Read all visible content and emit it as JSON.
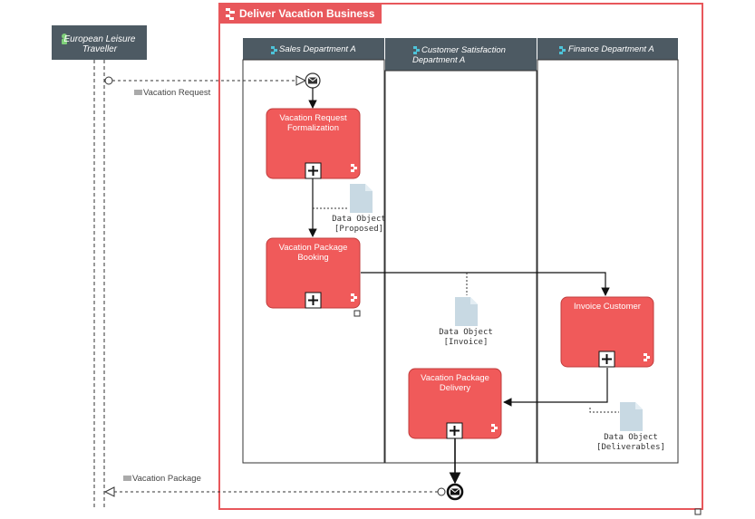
{
  "pool": {
    "title": "Deliver Vacation Business"
  },
  "actor": {
    "name": "European Leisure Traveller"
  },
  "lanes": [
    {
      "name": "Sales Department A"
    },
    {
      "name": "Customer Satisfaction Department A"
    },
    {
      "name": "Finance Department A"
    }
  ],
  "tasks": {
    "formalization": "Vacation Request Formalization",
    "booking": "Vacation Package Booking",
    "invoice": "Invoice Customer",
    "delivery": "Vacation Package Delivery"
  },
  "data_objects": {
    "proposed": {
      "name": "Data Object",
      "state": "[Proposed]"
    },
    "invoice": {
      "name": "Data Object",
      "state": "[Invoice]"
    },
    "deliverables": {
      "name": "Data Object",
      "state": "[Deliverables]"
    }
  },
  "messages": {
    "request": "Vacation Request",
    "package": "Vacation Package"
  },
  "colors": {
    "task": "#f05a5a",
    "task_border": "#c03c3c",
    "lane_header": "#4d5a63",
    "pool_border": "#e8575b",
    "data_object": "#c8d9e3"
  },
  "icons": {
    "subprocess_marker": "plus-icon",
    "task_type": "subprocess-type-icon",
    "start_event": "envelope-icon",
    "end_event": "envelope-icon",
    "actor": "person-icon"
  }
}
